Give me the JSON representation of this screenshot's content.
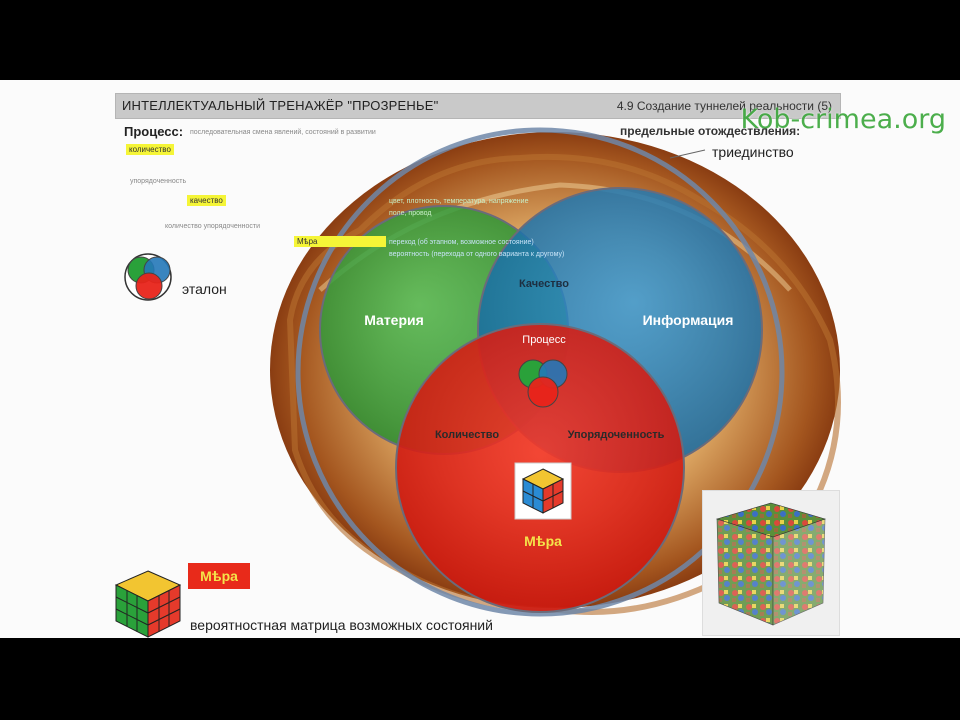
{
  "header": {
    "title": "ИНТЕЛЛЕКТУАЛЬНЫЙ ТРЕНАЖЁР \"ПРОЗРЕНЬЕ\"",
    "section": "4.9 Создание туннелей реальности (5)"
  },
  "watermark": "Kob-crimea.org",
  "left_notes": {
    "process_label": "Процесс:",
    "process_text": "последовательная смена явлений, состояний в развитии",
    "highlight_quantity": "количество",
    "highlight_quality": "качество",
    "highlight_mera": "Мѣра",
    "ordering_item": "упорядоченность",
    "quantity_ordering_item": "количество упорядоченности"
  },
  "right_notes": {
    "predel": "предельные отождествления:",
    "triedinstvo": "триединство"
  },
  "etalon_label": "эталон",
  "circles": {
    "matter": "Материя",
    "information": "Информация",
    "mera": "Мѣра",
    "quality": "Качество",
    "process": "Процесс",
    "quantity": "Количество",
    "ordering": "Упорядоченность"
  },
  "green_notes": {
    "line1": "цвет, плотность, температура, напряжение",
    "line2": "поле, провод"
  },
  "blue_notes": {
    "line1": "переход (об этапном, возможное состояние)",
    "line2": "вероятность (перехода от одного варианта к другому)"
  },
  "mera_badge": "Мѣра",
  "caption": "вероятностная матрица возможных состояний",
  "colors": {
    "matter": "#27a33c",
    "information": "#1e84c8",
    "mera": "#e8241a",
    "badge_text": "#f4e34a"
  }
}
